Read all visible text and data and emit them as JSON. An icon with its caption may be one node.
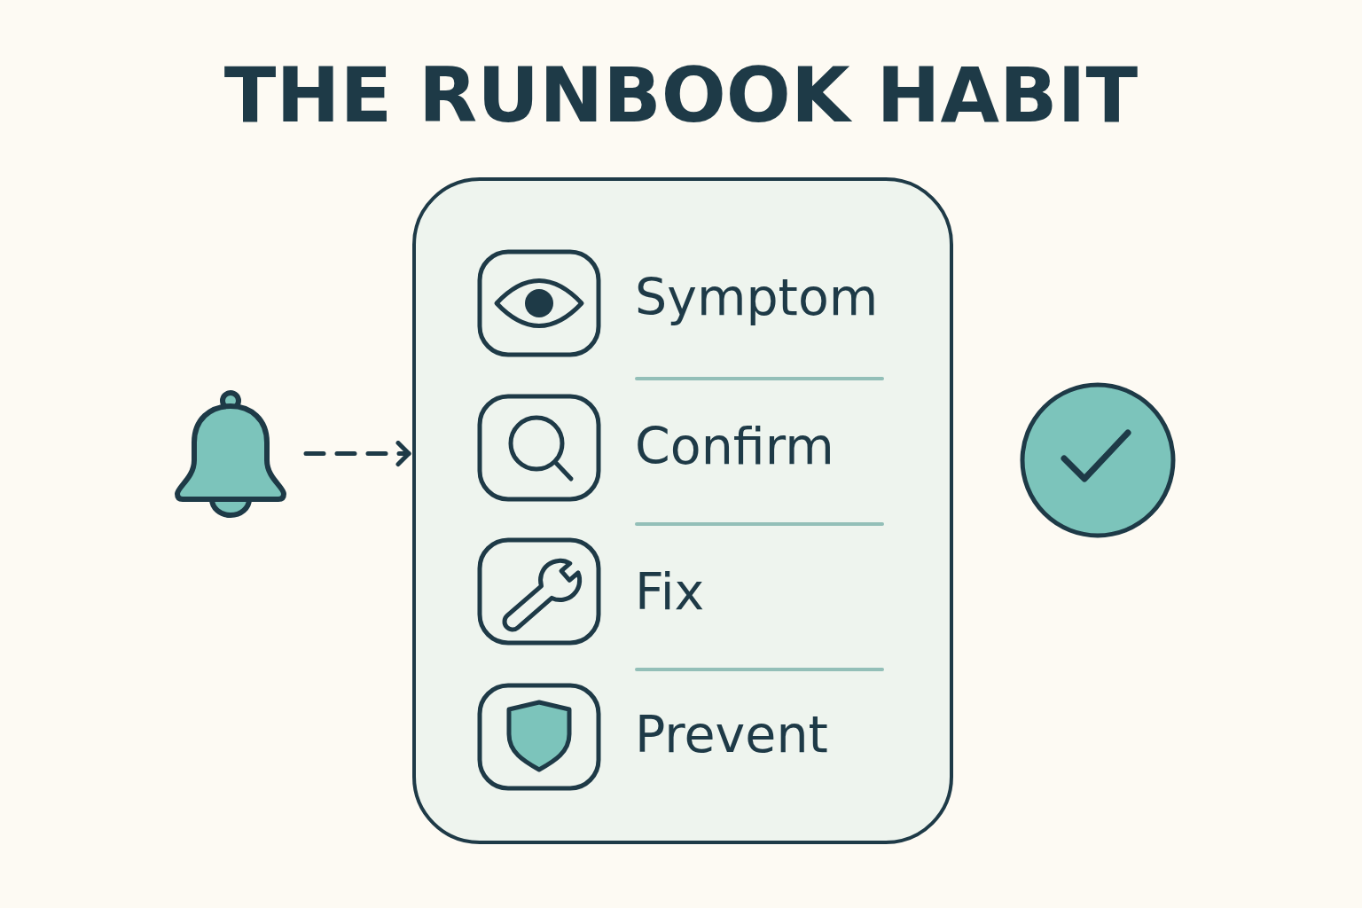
{
  "diagram": {
    "title": "THE RUNBOOK HABIT",
    "nodes": [
      {
        "text": [],
        "shape": "picture"
      },
      {
        "text": [],
        "shape": "box"
      },
      {
        "text": [
          "Symptom"
        ],
        "in": 1
      },
      {
        "text": [
          "Confirm"
        ],
        "in": 1
      },
      {
        "text": [
          "Fix"
        ],
        "in": 1
      },
      {
        "text": [
          "Prevent"
        ],
        "in": 1
      },
      {
        "text": [],
        "shape": "circle"
      }
    ],
    "edges": [
      {
        "from": 0,
        "to": 1,
        "arrow": "to",
        "style": "dashed"
      }
    ]
  }
}
